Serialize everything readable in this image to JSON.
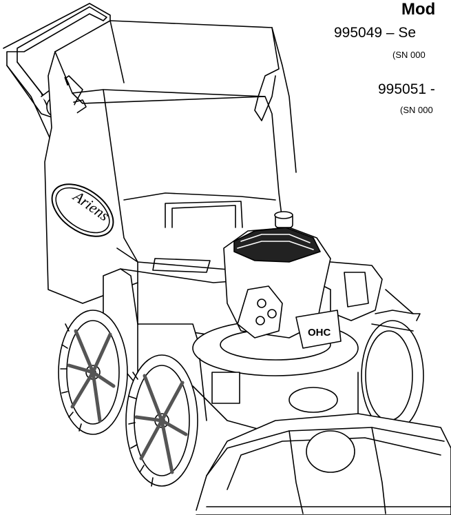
{
  "header": {
    "title": "Mod"
  },
  "models": [
    {
      "line": "995049 – Se",
      "serial": "(SN 000"
    },
    {
      "line": "995051 -",
      "serial": "(SN 000"
    }
  ],
  "illustration": {
    "brand_text": "Ariens",
    "engine_badge": "OHC"
  }
}
